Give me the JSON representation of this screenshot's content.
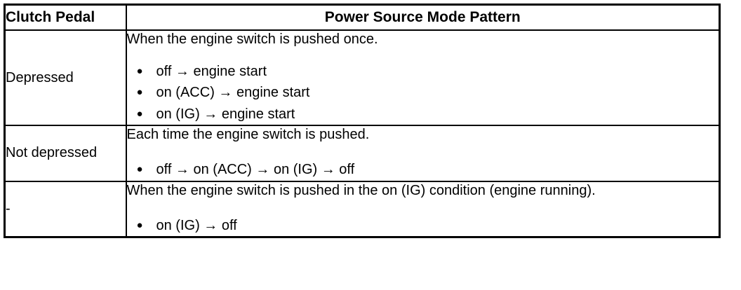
{
  "table": {
    "caption_columns": [
      "Clutch Pedal",
      "Power Source Mode Pattern"
    ],
    "header": {
      "col1": "Clutch Pedal",
      "col2": "Power Source Mode Pattern"
    },
    "rows": [
      {
        "label": "Depressed",
        "intro": "When the engine switch is pushed once.",
        "bullet_glyph": "●",
        "bullets": [
          "off → engine start",
          "on (ACC) → engine start",
          "on (IG) → engine start"
        ]
      },
      {
        "label": "Not depressed",
        "intro": "Each time the engine switch is pushed.",
        "bullet_glyph": "●",
        "bullets": [
          "off → on (ACC) → on (IG) → off"
        ]
      },
      {
        "label": "-",
        "intro": "When the engine switch is pushed in the on (IG) condition (engine running).",
        "bullet_glyph": "●",
        "bullets": [
          "on (IG) → off"
        ]
      }
    ]
  },
  "colors": {
    "border": "#000000",
    "text": "#000000",
    "background": "#ffffff"
  }
}
